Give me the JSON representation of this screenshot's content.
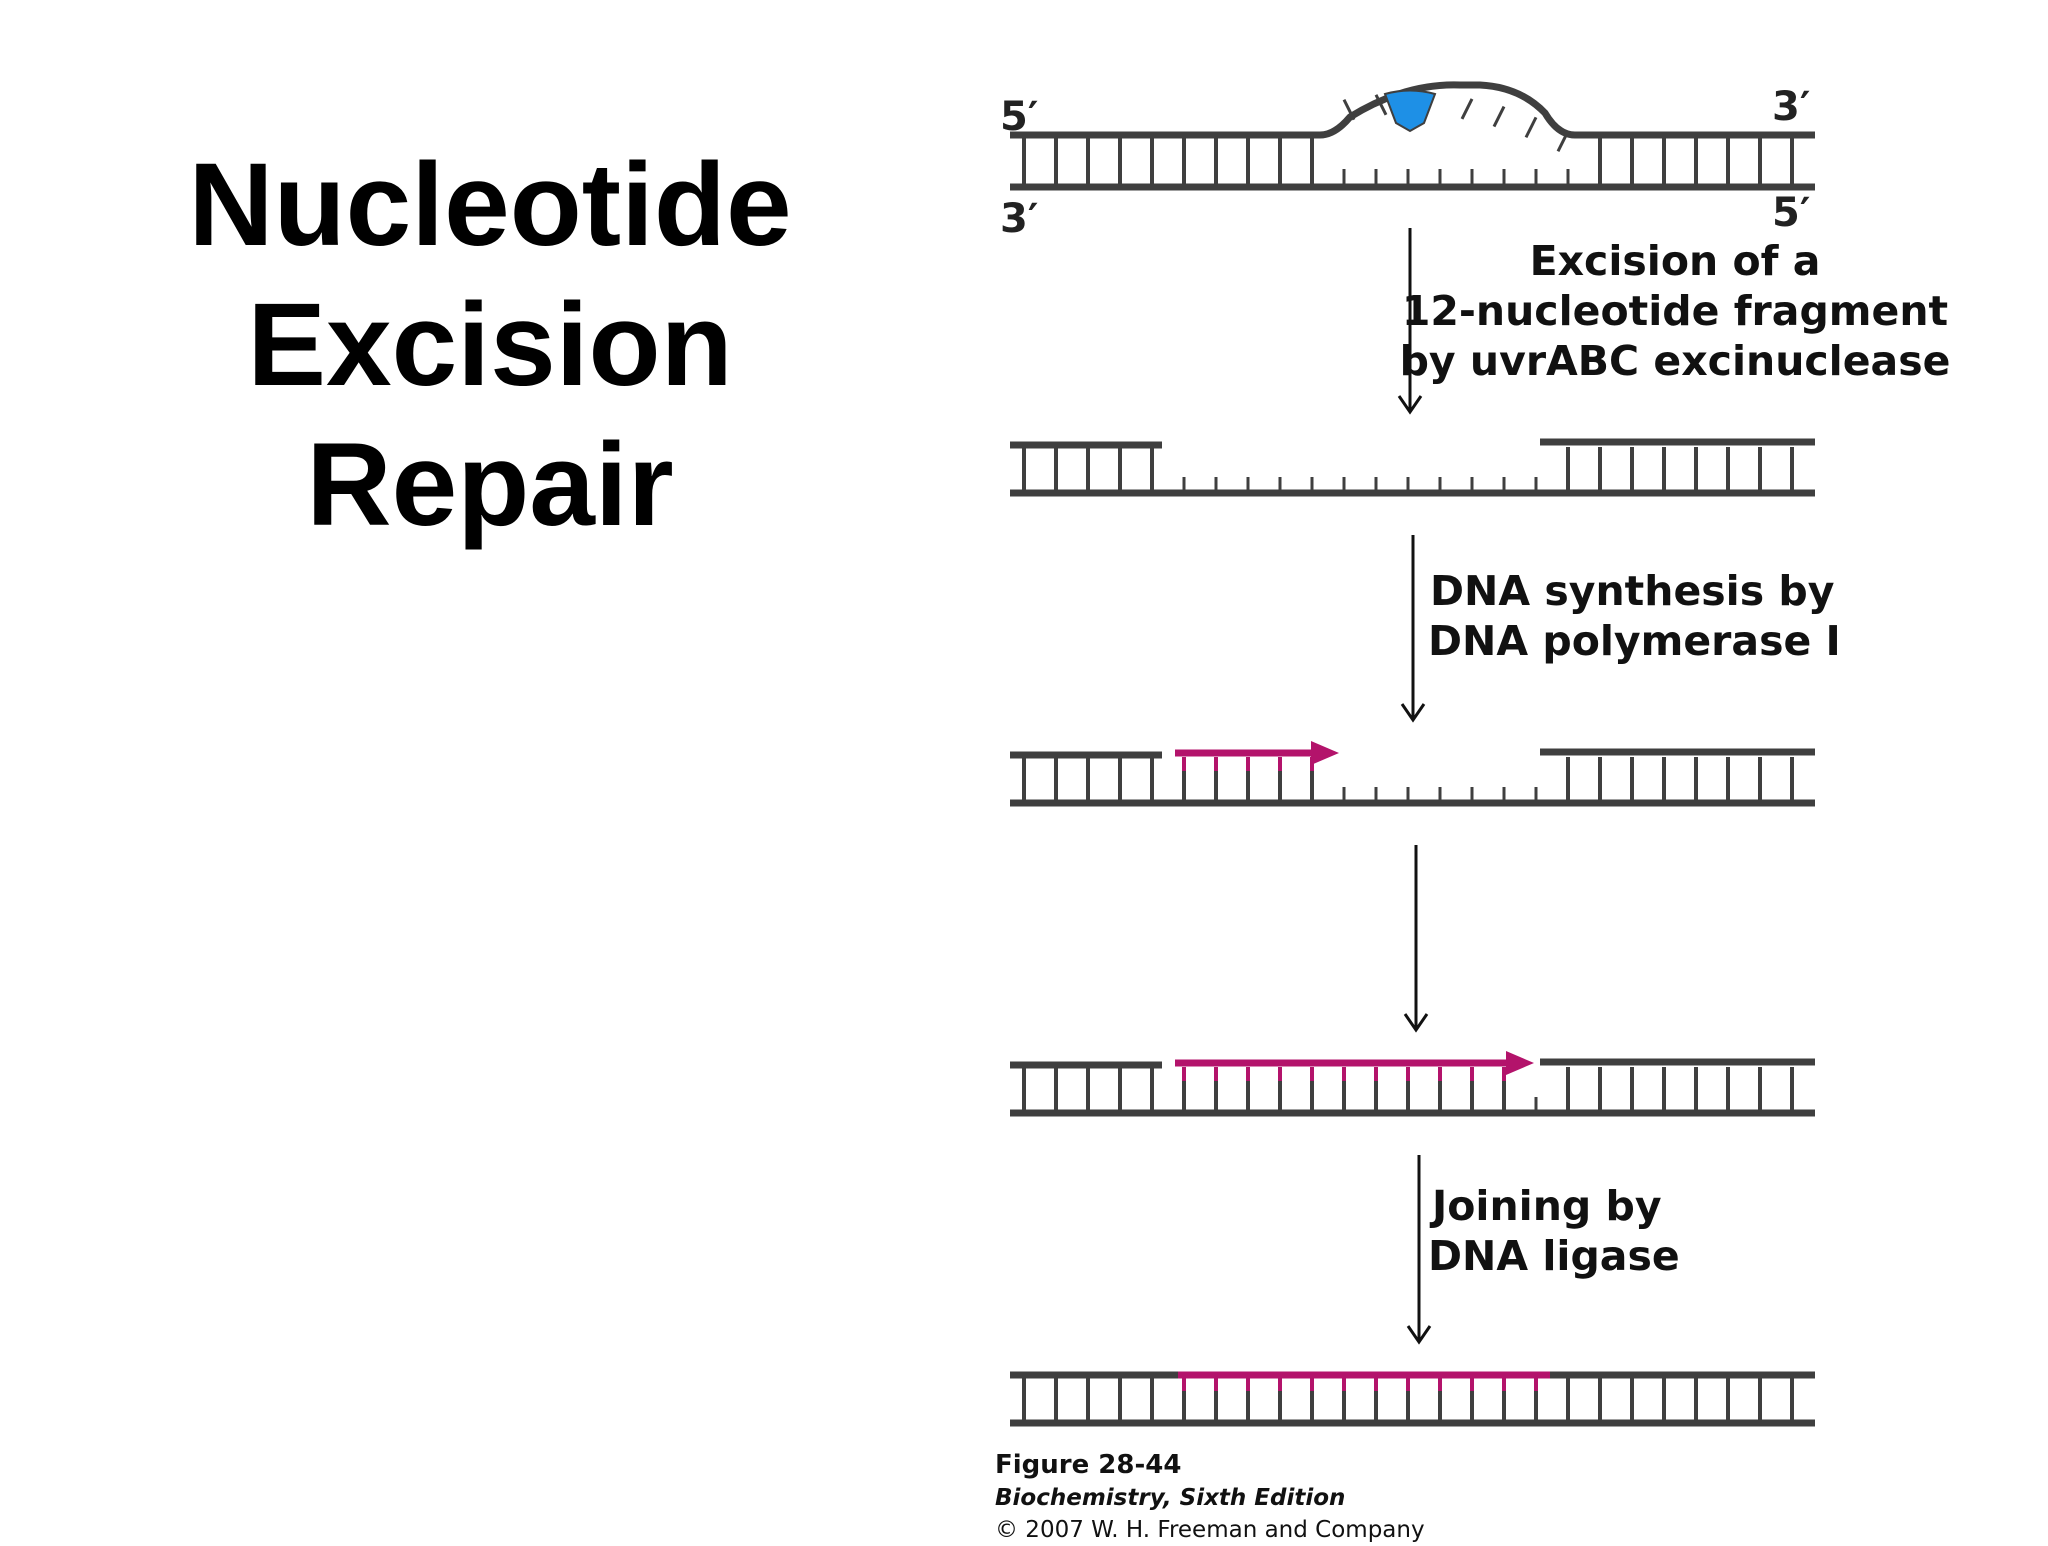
{
  "title": {
    "lines": [
      "Nucleotide",
      "Excision",
      "Repair"
    ]
  },
  "diagram": {
    "colors": {
      "strand": "#3f3f3f",
      "defect": "#1e90e6",
      "new_dna": "#b3136b",
      "text": "#111111"
    },
    "end_labels": {
      "top_left": "5′",
      "top_right": "3′",
      "bottom_left": "3′",
      "bottom_right": "5′"
    },
    "steps": [
      {
        "lines": [
          "Excision of a",
          "12-nucleotide fragment",
          "by uvrABC excinuclease"
        ]
      },
      {
        "lines": [
          "DNA synthesis by",
          "DNA polymerase I"
        ]
      },
      {
        "lines": []
      },
      {
        "lines": [
          "Joining by",
          "DNA ligase"
        ]
      }
    ],
    "stages": [
      {
        "name": "damaged-dna"
      },
      {
        "name": "gapped-dna"
      },
      {
        "name": "partially-filled-dna"
      },
      {
        "name": "filled-nicked-dna"
      },
      {
        "name": "repaired-dna"
      }
    ]
  },
  "credit": {
    "figure": "Figure 28-44",
    "book": "Biochemistry, Sixth Edition",
    "copyright": "© 2007 W. H. Freeman and Company"
  }
}
